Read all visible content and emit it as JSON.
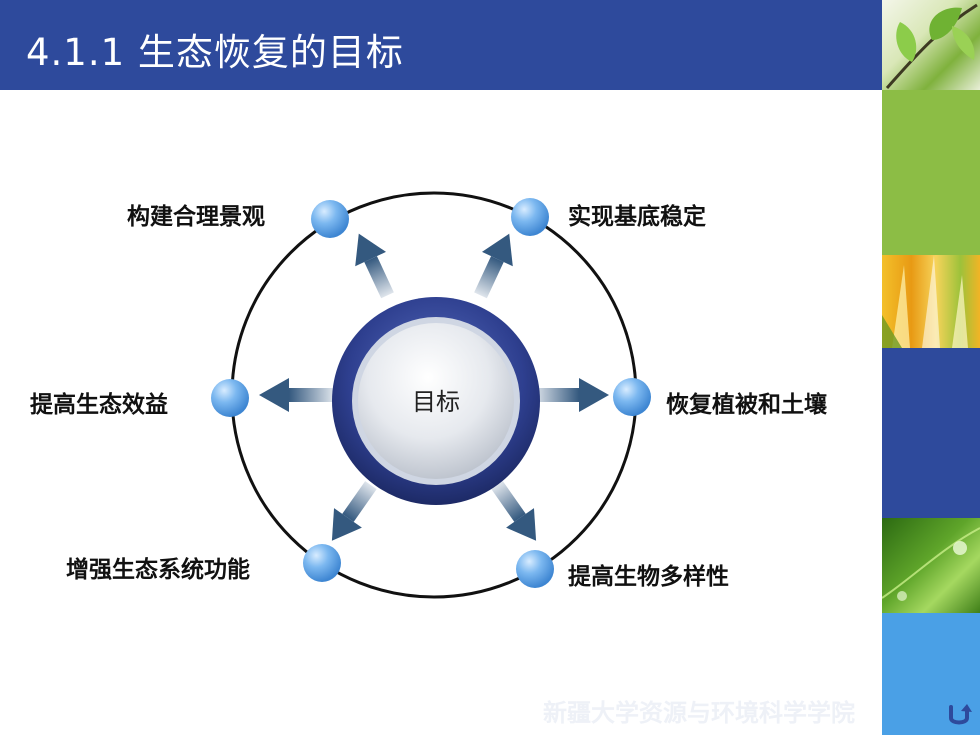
{
  "slide": {
    "title": "4.1.1  生态恢复的目标",
    "footer": "新疆大学资源与环境科学学院"
  },
  "diagram": {
    "center_label": "目标",
    "nodes": [
      {
        "label": "构建合理景观"
      },
      {
        "label": "实现基底稳定"
      },
      {
        "label": "提高生态效益"
      },
      {
        "label": "恢复植被和土壤"
      },
      {
        "label": "增强生态系统功能"
      },
      {
        "label": "提高生物多样性"
      }
    ]
  },
  "colors": {
    "title_bar": "#2e4a9c",
    "sidebar": [
      "#e9ecd5",
      "#8cbd45",
      "#f0b020",
      "#2e4a9c",
      "#4a8a22",
      "#4aa0e6"
    ],
    "node": "#5aa2e8",
    "arrow": "#3d5f86"
  },
  "icons": {
    "back": "return-arrow-icon"
  }
}
